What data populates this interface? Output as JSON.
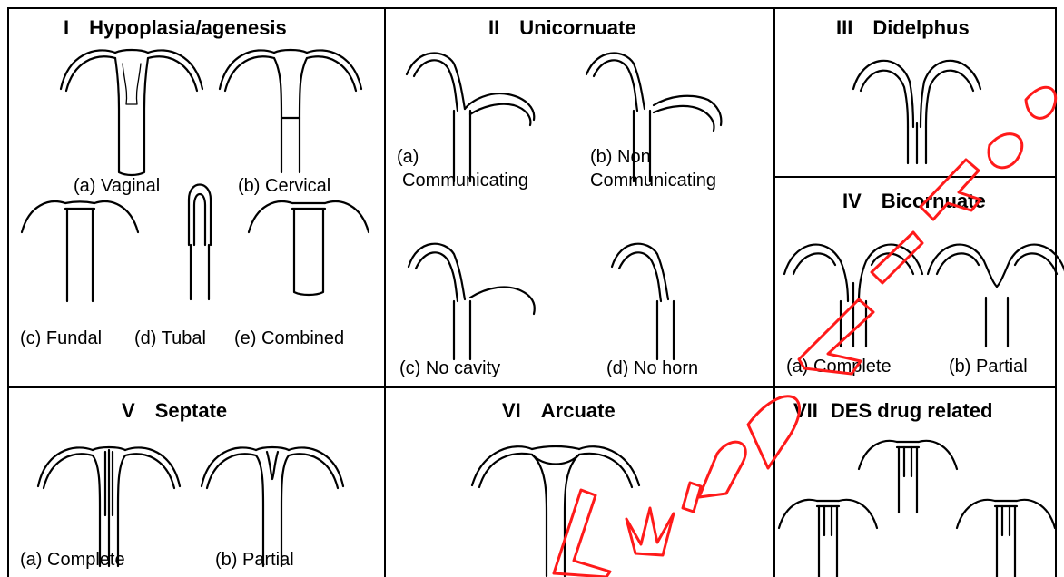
{
  "panels": {
    "p1": {
      "num": "I",
      "name": "Hypoplasia/agenesis",
      "captions": {
        "a": "(a) Vaginal",
        "b": "(b) Cervical",
        "c": "(c) Fundal",
        "d": "(d) Tubal",
        "e": "(e) Combined"
      }
    },
    "p2": {
      "num": "II",
      "name": "Unicornuate",
      "captions": {
        "a1": "(a)",
        "a2": "Communicating",
        "b1": "(b) Non",
        "b2": "Communicating",
        "c": "(c) No cavity",
        "d": "(d) No horn"
      }
    },
    "p3": {
      "num": "III",
      "name": "Didelphus"
    },
    "p4": {
      "num": "IV",
      "name": "Bicornuate",
      "captions": {
        "a": "(a) Complete",
        "b": "(b) Partial"
      }
    },
    "p5": {
      "num": "V",
      "name": "Septate",
      "captions": {
        "a": "(a) Complete",
        "b": "(b) Partial"
      }
    },
    "p6": {
      "num": "VI",
      "name": "Arcuate"
    },
    "p7": {
      "num": "VII",
      "name": "DES drug related"
    }
  },
  "watermark": {
    "color": "#ff1a1a"
  }
}
